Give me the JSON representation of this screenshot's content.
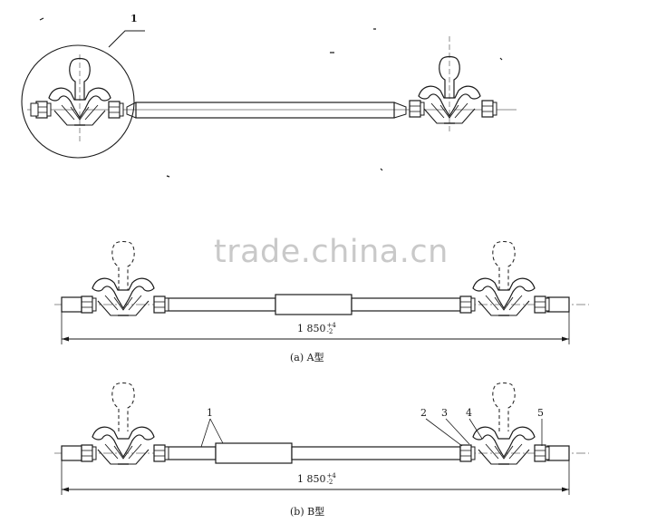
{
  "watermark": "trade.china.cn",
  "top_diagram": {
    "callout_number": "1"
  },
  "diagram_a": {
    "dimension_value": "1 850",
    "tolerance_upper": "+4",
    "tolerance_lower": "-2",
    "caption": "(a)  A型"
  },
  "diagram_b": {
    "dimension_value": "1 850",
    "tolerance_upper": "+4",
    "tolerance_lower": "-2",
    "caption": "(b)  B型",
    "part_labels": [
      "1",
      "2",
      "3",
      "4",
      "5"
    ]
  }
}
